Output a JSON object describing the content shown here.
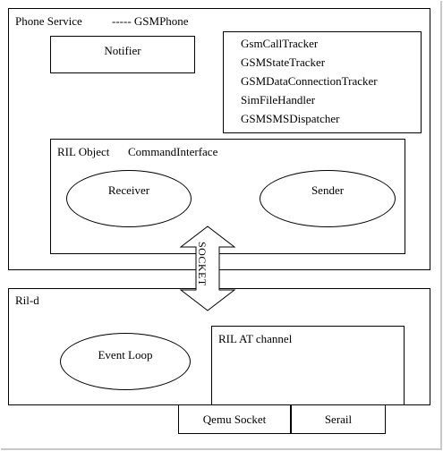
{
  "phone_service": {
    "title": "Phone Service",
    "subtitle": "----- GSMPhone",
    "notifier": "Notifier",
    "trackers": [
      "GsmCallTracker",
      "GSMStateTracker",
      "GSMDataConnectionTracker",
      "SimFileHandler",
      "GSMSMSDispatcher"
    ],
    "ril_object": {
      "title": "RIL Object",
      "interface": "CommandInterface",
      "receiver": "Receiver",
      "sender": "Sender"
    }
  },
  "socket_label": "SOCKET",
  "ril_d": {
    "title": "Ril-d",
    "event_loop": "Event Loop",
    "at_channel": "RIL AT channel"
  },
  "bottom_boxes": {
    "qemu_socket": "Qemu Socket",
    "serial": "Serail"
  }
}
